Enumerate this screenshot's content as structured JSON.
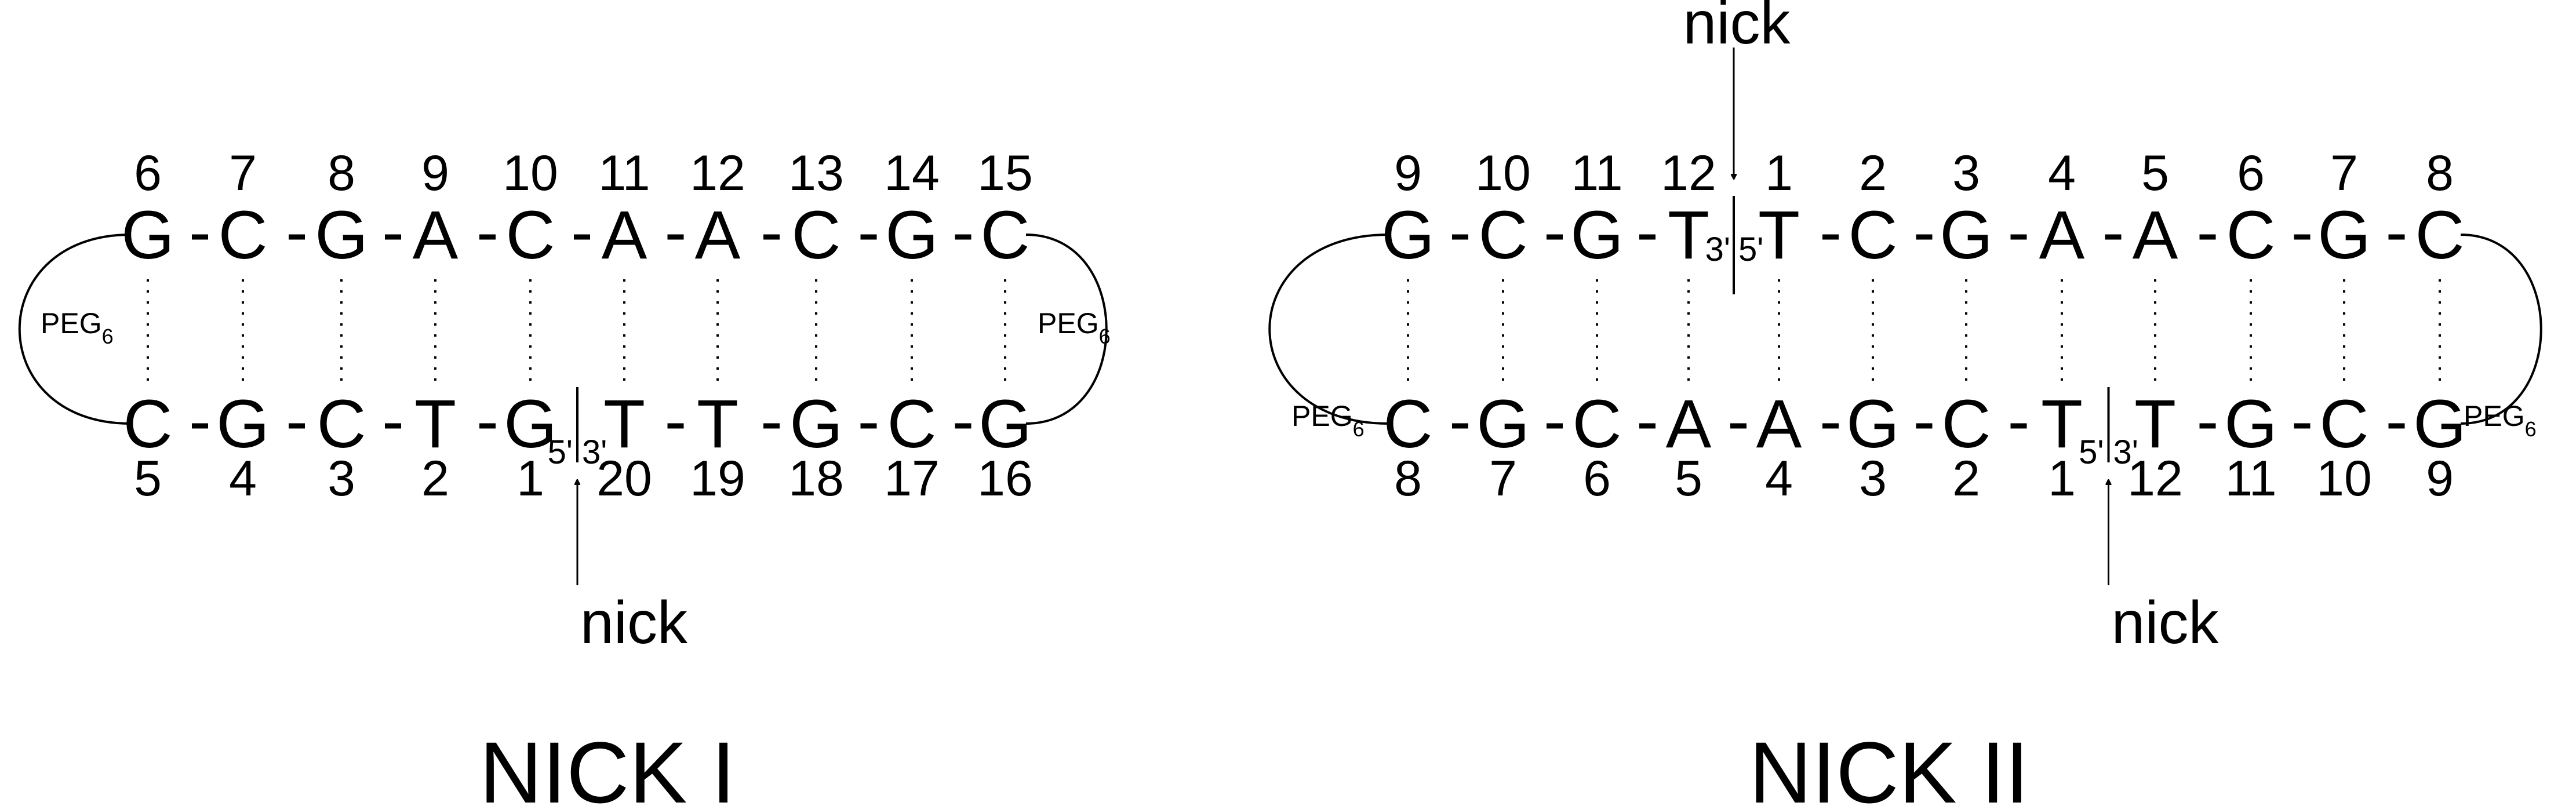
{
  "colors": {
    "ink": "#000000",
    "background": "#ffffff"
  },
  "panels": [
    {
      "title": "NICK I",
      "nick_label": "nick",
      "linker_label": "PEG",
      "linker_subscript": "6",
      "top": {
        "bases": [
          "G",
          "C",
          "G",
          "A",
          "C",
          "A",
          "A",
          "C",
          "G",
          "C"
        ],
        "numbers": [
          "6",
          "7",
          "8",
          "9",
          "10",
          "11",
          "12",
          "13",
          "14",
          "15"
        ],
        "break_after": null
      },
      "bottom": {
        "bases": [
          "C",
          "G",
          "C",
          "T",
          "G",
          "T",
          "T",
          "G",
          "C",
          "G"
        ],
        "numbers": [
          "5",
          "4",
          "3",
          "2",
          "1",
          "20",
          "19",
          "18",
          "17",
          "16"
        ],
        "break_after": 4
      },
      "nicks": [
        {
          "strand": "bottom",
          "after": 4,
          "left_end": "5'",
          "right_end": "3'",
          "label_side": "below"
        }
      ]
    },
    {
      "title": "NICK II",
      "nick_label": "nick",
      "linker_label": "PEG",
      "linker_subscript": "6",
      "top": {
        "bases": [
          "G",
          "C",
          "G",
          "T",
          "T",
          "C",
          "G",
          "A",
          "A",
          "C",
          "G",
          "C"
        ],
        "numbers": [
          "9",
          "10",
          "11",
          "12",
          "1",
          "2",
          "3",
          "4",
          "5",
          "6",
          "7",
          "8"
        ],
        "break_after": 3
      },
      "bottom": {
        "bases": [
          "C",
          "G",
          "C",
          "A",
          "A",
          "G",
          "C",
          "T",
          "T",
          "G",
          "C",
          "G"
        ],
        "numbers": [
          "8",
          "7",
          "6",
          "5",
          "4",
          "3",
          "2",
          "1",
          "12",
          "11",
          "10",
          "9"
        ],
        "break_after": 7
      },
      "nicks": [
        {
          "strand": "top",
          "after": 3,
          "left_end": "3'",
          "right_end": "5'",
          "label_side": "above"
        },
        {
          "strand": "bottom",
          "after": 7,
          "left_end": "5'",
          "right_end": "3'",
          "label_side": "below"
        }
      ]
    }
  ]
}
